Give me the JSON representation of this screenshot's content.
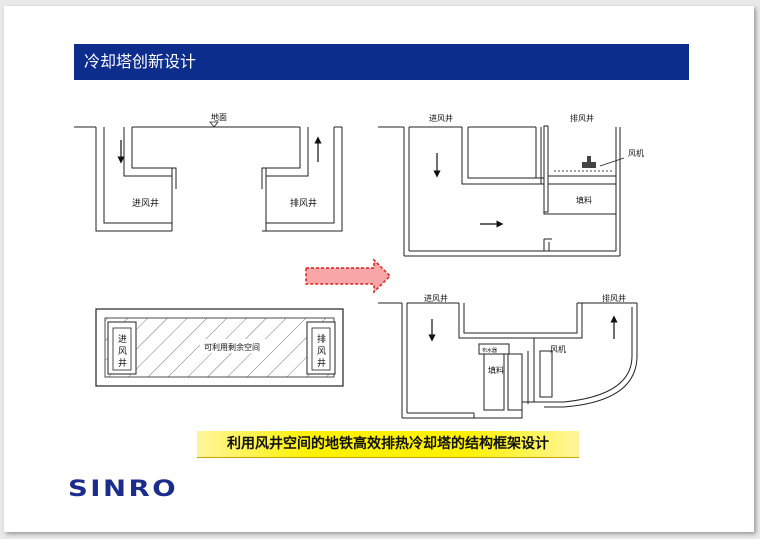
{
  "slide": {
    "title": "冷却塔创新设计",
    "caption": "利用风井空间的地铁高效排热冷却塔的结构框架设计",
    "logo": "SINRO"
  },
  "diagram_labels": {
    "ground": "地面",
    "intake_shaft": "进风井",
    "exhaust_shaft": "排风井",
    "fan": "风机",
    "fill": "填料",
    "usable_space": "可利用剩余空间",
    "small_box": "布水器",
    "plan_intake": [
      "进",
      "风",
      "井"
    ],
    "plan_exhaust": [
      "排",
      "风",
      "井"
    ]
  }
}
